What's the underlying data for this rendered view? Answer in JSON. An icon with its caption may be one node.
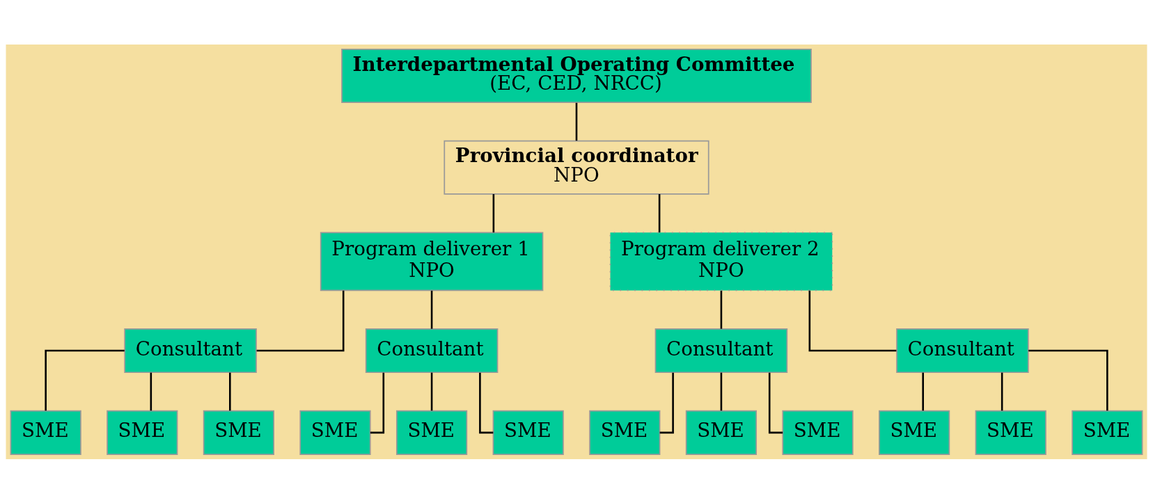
{
  "diagram": {
    "nodes": [
      {
        "text": [
          "Interdepartmental Operating Committee",
          "(EC, CED, NRCC)"
        ]
      },
      {
        "text": [
          "Provincial coordinator",
          "NPO"
        ]
      },
      {
        "text": [
          "Program deliverer 1",
          "NPO"
        ]
      },
      {
        "text": [
          "Program deliverer 2",
          "NPO"
        ]
      },
      {
        "text": [
          "Consultant"
        ]
      },
      {
        "text": [
          "Consultant"
        ]
      },
      {
        "text": [
          "Consultant"
        ]
      },
      {
        "text": [
          "Consultant"
        ]
      },
      {
        "text": [
          "SME"
        ]
      },
      {
        "text": [
          "SME"
        ]
      },
      {
        "text": [
          "SME"
        ]
      },
      {
        "text": [
          "SME"
        ]
      },
      {
        "text": [
          "SME"
        ]
      },
      {
        "text": [
          "SME"
        ]
      },
      {
        "text": [
          "SME"
        ]
      },
      {
        "text": [
          "SME"
        ]
      },
      {
        "text": [
          "SME"
        ]
      },
      {
        "text": [
          "SME"
        ]
      },
      {
        "text": [
          "SME"
        ]
      },
      {
        "text": [
          "SME"
        ]
      }
    ],
    "edges": [
      {
        "from": 0,
        "to": 1,
        "arrow": "none"
      },
      {
        "from": 1,
        "to": 2,
        "arrow": "none"
      },
      {
        "from": 1,
        "to": 3,
        "arrow": "none"
      },
      {
        "from": 2,
        "to": 4,
        "arrow": "none"
      },
      {
        "from": 2,
        "to": 5,
        "arrow": "none"
      },
      {
        "from": 3,
        "to": 6,
        "arrow": "none"
      },
      {
        "from": 3,
        "to": 7,
        "arrow": "none"
      },
      {
        "from": 4,
        "to": 8,
        "arrow": "none"
      },
      {
        "from": 4,
        "to": 9,
        "arrow": "none"
      },
      {
        "from": 4,
        "to": 10,
        "arrow": "none"
      },
      {
        "from": 5,
        "to": 11,
        "arrow": "none"
      },
      {
        "from": 5,
        "to": 12,
        "arrow": "none"
      },
      {
        "from": 5,
        "to": 13,
        "arrow": "none"
      },
      {
        "from": 6,
        "to": 14,
        "arrow": "none"
      },
      {
        "from": 6,
        "to": 15,
        "arrow": "none"
      },
      {
        "from": 6,
        "to": 16,
        "arrow": "none"
      },
      {
        "from": 7,
        "to": 17,
        "arrow": "none"
      },
      {
        "from": 7,
        "to": 18,
        "arrow": "none"
      },
      {
        "from": 7,
        "to": 19,
        "arrow": "none"
      }
    ]
  }
}
